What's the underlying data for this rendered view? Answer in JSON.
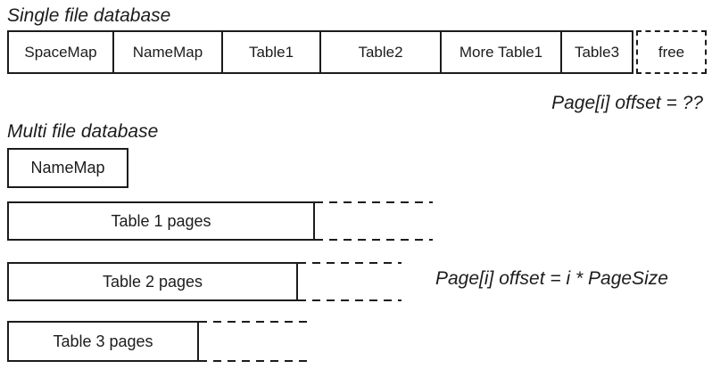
{
  "colors": {
    "ink": "#1c1c1c",
    "background": "#ffffff"
  },
  "single_file": {
    "title": "Single file database",
    "offset_note": "Page[i] offset = ??",
    "segments": [
      {
        "label": "SpaceMap"
      },
      {
        "label": "NameMap"
      },
      {
        "label": "Table1"
      },
      {
        "label": "Table2"
      },
      {
        "label": "More Table1"
      },
      {
        "label": "Table3"
      }
    ],
    "free_label": "free"
  },
  "multi_file": {
    "title": "Multi file database",
    "offset_note": "Page[i] offset = i * PageSize",
    "namemap_label": "NameMap",
    "rows": [
      {
        "label": "Table 1 pages"
      },
      {
        "label": "Table 2 pages"
      },
      {
        "label": "Table 3 pages"
      }
    ]
  }
}
